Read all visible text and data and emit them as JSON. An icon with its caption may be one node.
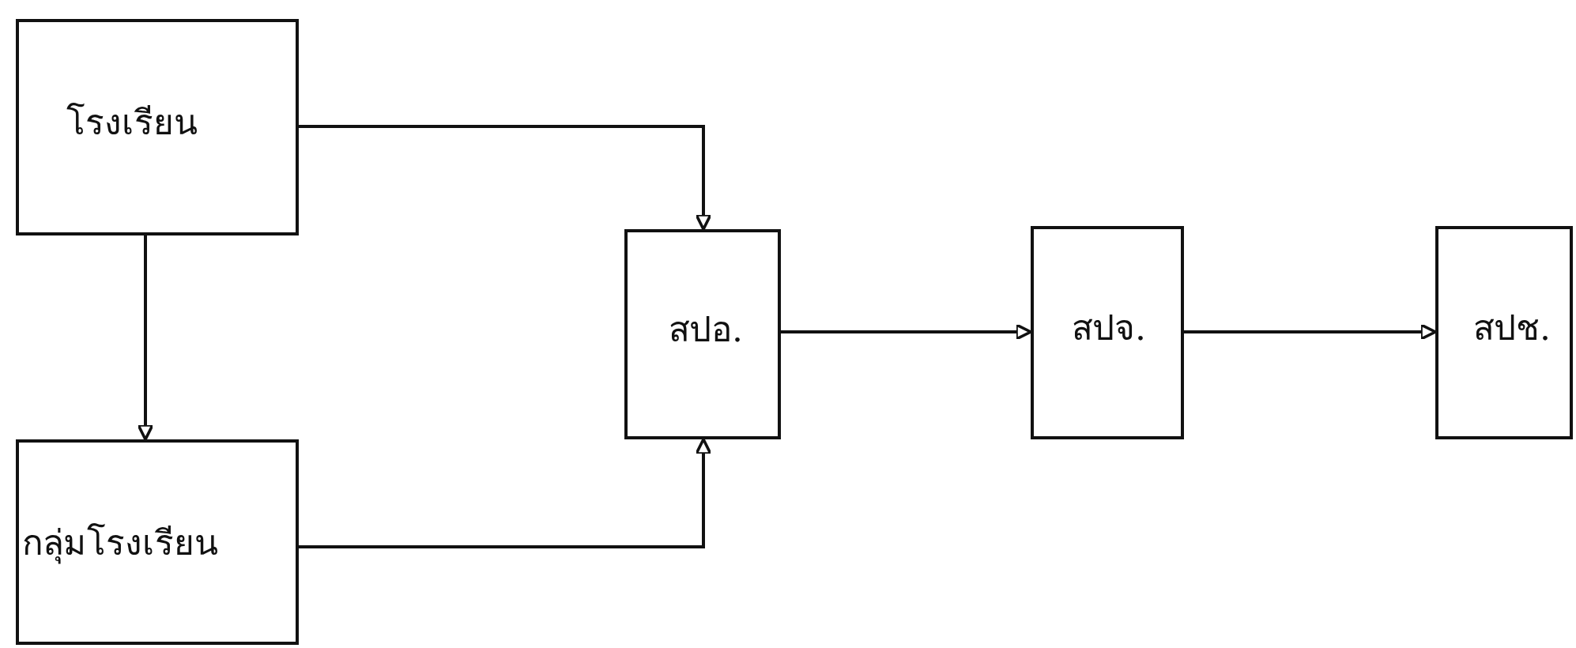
{
  "diagram": {
    "nodes": [
      {
        "text": [
          "โรงเรียน"
        ]
      },
      {
        "text": [
          "กลุ่มโรงเรียน"
        ]
      },
      {
        "text": [
          "สปอ."
        ]
      },
      {
        "text": [
          "สปจ."
        ]
      },
      {
        "text": [
          "สปช."
        ]
      }
    ],
    "edges": [
      {
        "from": 0,
        "to": 2,
        "arrow": "to"
      },
      {
        "from": 0,
        "to": 1,
        "arrow": "to"
      },
      {
        "from": 1,
        "to": 2,
        "arrow": "to"
      },
      {
        "from": 2,
        "to": 3,
        "arrow": "to"
      },
      {
        "from": 3,
        "to": 4,
        "arrow": "to"
      }
    ]
  }
}
